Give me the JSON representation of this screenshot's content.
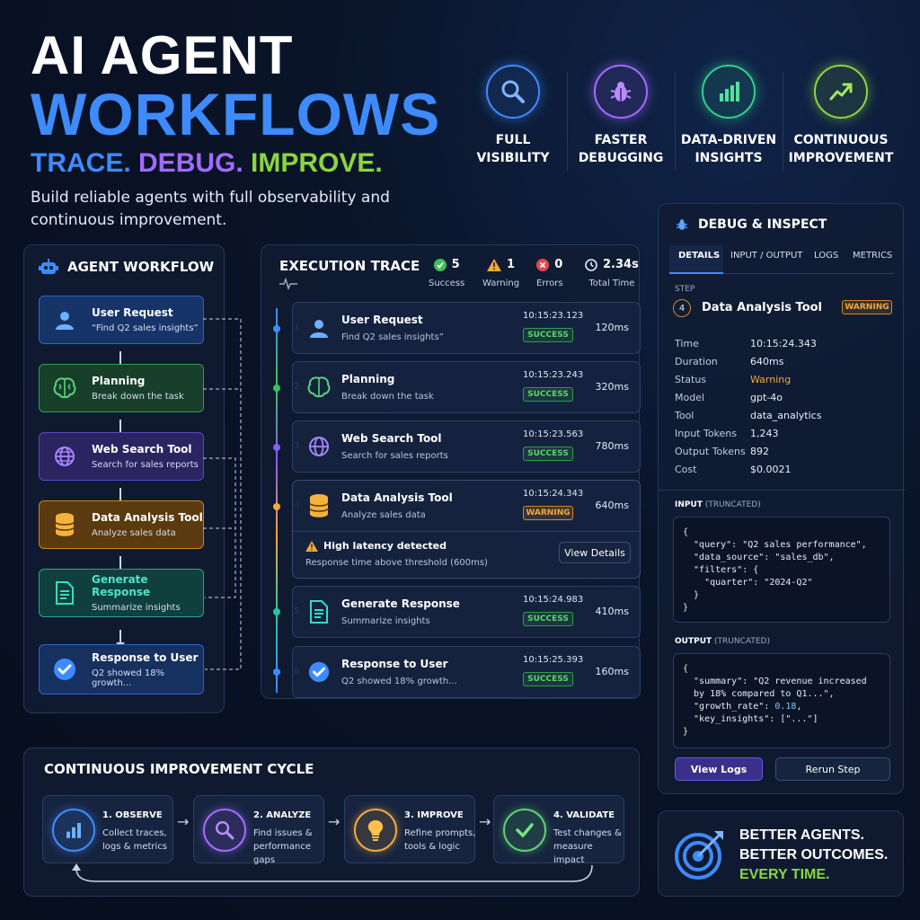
{
  "hero": {
    "title_line1": "AI AGENT",
    "title_line2": "WORKFLOWS",
    "tag_trace": "TRACE.",
    "tag_debug": "DEBUG.",
    "tag_improve": "IMPROVE.",
    "subtitle": "Build reliable agents with full observability and continuous improvement."
  },
  "features": [
    {
      "line1": "FULL",
      "line2": "VISIBILITY",
      "icon": "search-icon",
      "color": "#3d8bff"
    },
    {
      "line1": "FASTER",
      "line2": "DEBUGGING",
      "icon": "bug-icon",
      "color": "#a26bff"
    },
    {
      "line1": "DATA-DRIVEN",
      "line2": "INSIGHTS",
      "icon": "bar-chart-icon",
      "color": "#2fd08a"
    },
    {
      "line1": "CONTINUOUS",
      "line2": "IMPROVEMENT",
      "icon": "trend-up-icon",
      "color": "#8bd63f"
    }
  ],
  "workflow": {
    "title": "AGENT WORKFLOW",
    "nodes": [
      {
        "name": "User Request",
        "desc": "“Find Q2 sales insights”",
        "color": "#3d8bff"
      },
      {
        "name": "Planning",
        "desc": "Break down the task",
        "color": "#37c35a"
      },
      {
        "name": "Web Search Tool",
        "desc": "Search for sales reports",
        "color": "#8b5cf6"
      },
      {
        "name": "Data Analysis Tool",
        "desc": "Analyze sales data",
        "color": "#f2a93b"
      },
      {
        "name": "Generate Response",
        "desc": "Summarize insights",
        "color": "#22c7a9"
      },
      {
        "name": "Response to User",
        "desc": "Q2 showed 18% growth...",
        "color": "#3d8bff"
      }
    ]
  },
  "trace": {
    "title": "EXECUTION TRACE",
    "stats": [
      {
        "value": "5",
        "label": "Success"
      },
      {
        "value": "1",
        "label": "Warning"
      },
      {
        "value": "0",
        "label": "Errors"
      },
      {
        "value": "2.34s",
        "label": "Total Time"
      }
    ],
    "steps": [
      {
        "num": "1",
        "name": "User Request",
        "desc": "Find Q2 sales insights”",
        "time": "10:15:23.123",
        "status": "SUCCESS",
        "duration": "120ms"
      },
      {
        "num": "2",
        "name": "Planning",
        "desc": "Break down the task",
        "time": "10:15:23.243",
        "status": "SUCCESS",
        "duration": "320ms"
      },
      {
        "num": "3",
        "name": "Web Search Tool",
        "desc": "Search for sales reports",
        "time": "10:15:23.563",
        "status": "SUCCESS",
        "duration": "780ms"
      },
      {
        "num": "4",
        "name": "Data Analysis Tool",
        "desc": "Analyze sales data",
        "time": "10:15:24.343",
        "status": "WARNING",
        "duration": "640ms"
      },
      {
        "num": "5",
        "name": "Generate Response",
        "desc": "Summarize insights",
        "time": "10:15:24.983",
        "status": "SUCCESS",
        "duration": "410ms"
      },
      {
        "num": "6",
        "name": "Response to User",
        "desc": "Q2 showed 18% growth...",
        "time": "10:15:25.393",
        "status": "SUCCESS",
        "duration": "160ms"
      }
    ],
    "alert": {
      "title": "High latency detected",
      "desc": "Response time above threshold (600ms)",
      "button": "View Details"
    }
  },
  "debug": {
    "title": "DEBUG & INSPECT",
    "tabs": [
      "DETAILS",
      "INPUT / OUTPUT",
      "LOGS",
      "METRICS"
    ],
    "step_label": "STEP",
    "step_num": "4",
    "step_name": "Data Analysis Tool",
    "step_badge": "WARNING",
    "fields": [
      {
        "k": "Time",
        "v": "10:15:24.343"
      },
      {
        "k": "Duration",
        "v": "640ms"
      },
      {
        "k": "Status",
        "v": "Warning"
      },
      {
        "k": "Model",
        "v": "gpt-4o"
      },
      {
        "k": "Tool",
        "v": "data_analytics"
      },
      {
        "k": "Input Tokens",
        "v": "1,243"
      },
      {
        "k": "Output Tokens",
        "v": "892"
      },
      {
        "k": "Cost",
        "v": "$0.0021"
      }
    ],
    "input_label": "INPUT",
    "input_note": "(TRUNCATED)",
    "input_code": "{\n  \"query\": \"Q2 sales performance\",\n  \"data_source\": \"sales_db\",\n  \"filters\": {\n    \"quarter\": \"2024-Q2\"\n  }\n}",
    "output_label": "OUTPUT",
    "output_note": "(TRUNCATED)",
    "output_code_1": "{\n  \"summary\": \"Q2 revenue increased\n  by 18% compared to Q1...\",\n  \"growth_rate\": ",
    "output_growth": "0.18",
    "output_code_2": ",\n  \"key_insights\": [\"...\"]\n}",
    "view_logs": "View Logs",
    "rerun": "Rerun Step"
  },
  "cycle": {
    "title": "CONTINUOUS IMPROVEMENT CYCLE",
    "items": [
      {
        "name": "1. OBSERVE",
        "desc": "Collect traces, logs & metrics",
        "color": "#3d8bff"
      },
      {
        "name": "2. ANALYZE",
        "desc": "Find issues & performance gaps",
        "color": "#a26bff"
      },
      {
        "name": "3. IMPROVE",
        "desc": "Refine prompts, tools & logic",
        "color": "#f2a93b"
      },
      {
        "name": "4. VALIDATE",
        "desc": "Test changes & measure impact",
        "color": "#5fd16f"
      }
    ]
  },
  "outcome": {
    "line1": "BETTER AGENTS.",
    "line2": "BETTER OUTCOMES.",
    "line3": "EVERY TIME."
  }
}
